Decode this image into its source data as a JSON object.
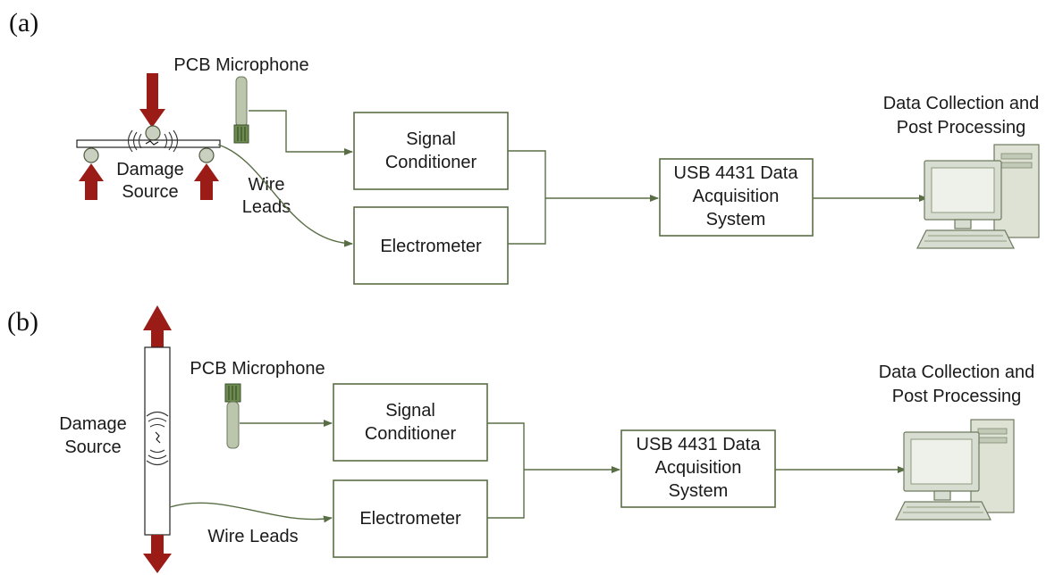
{
  "panels": [
    {
      "id": "a",
      "label": "(a)",
      "microphone": "PCB Microphone",
      "damage_source": [
        "Damage",
        "Source"
      ],
      "wire_leads": [
        "Wire",
        "Leads"
      ],
      "signal_conditioner": [
        "Signal",
        "Conditioner"
      ],
      "electrometer": "Electrometer",
      "daq": [
        "USB 4431 Data",
        "Acquisition",
        "System"
      ],
      "data_collection": [
        "Data Collection and",
        "Post Processing"
      ]
    },
    {
      "id": "b",
      "label": "(b)",
      "microphone": "PCB Microphone",
      "damage_source": [
        "Damage",
        "Source"
      ],
      "wire_leads": [
        "Wire Leads"
      ],
      "signal_conditioner": [
        "Signal",
        "Conditioner"
      ],
      "electrometer": "Electrometer",
      "daq": [
        "USB 4431 Data",
        "Acquisition",
        "System"
      ],
      "data_collection": [
        "Data Collection and",
        "Post Processing"
      ]
    }
  ],
  "colors": {
    "arrow_red": "#9b1c17",
    "connector_green": "#5a6e45",
    "computer_gray_green": "#d8ddd1"
  },
  "icons": [
    "computer-icon",
    "microphone-icon",
    "force-arrow-icon",
    "acoustic-emission-icon"
  ]
}
